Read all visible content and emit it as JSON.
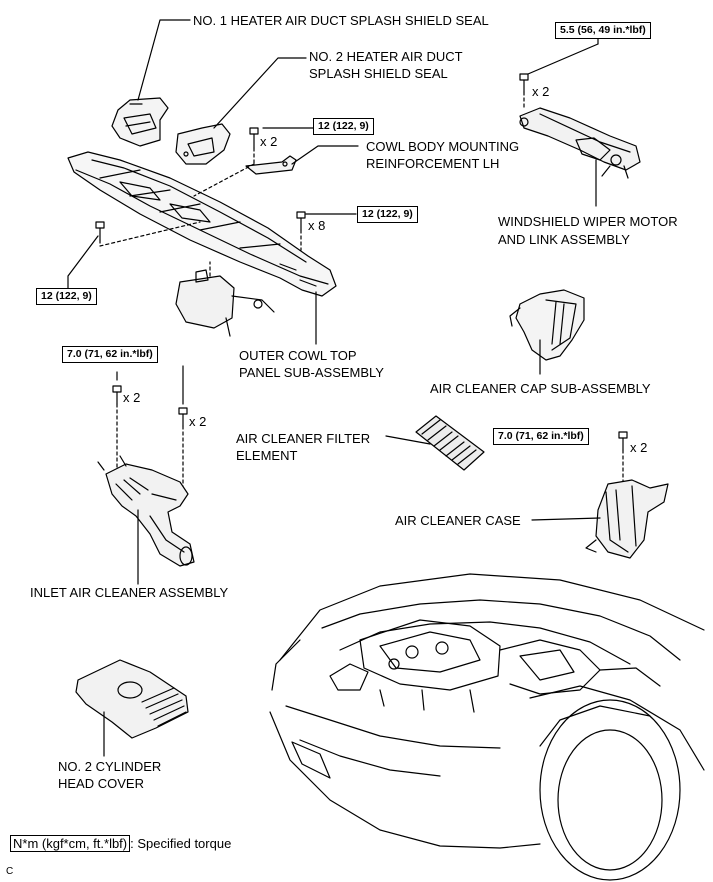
{
  "labels": {
    "heater_seal_1": "NO. 1 HEATER AIR DUCT SPLASH SHIELD SEAL",
    "heater_seal_2_line1": "NO. 2 HEATER AIR DUCT",
    "heater_seal_2_line2": "SPLASH SHIELD SEAL",
    "cowl_reinf_line1": "COWL BODY MOUNTING",
    "cowl_reinf_line2": "REINFORCEMENT LH",
    "wiper_line1": "WINDSHIELD WIPER MOTOR",
    "wiper_line2": "AND LINK ASSEMBLY",
    "outer_cowl_line1": "OUTER COWL TOP",
    "outer_cowl_line2": "PANEL SUB-ASSEMBLY",
    "air_cap": "AIR CLEANER CAP SUB-ASSEMBLY",
    "filter_line1": "AIR CLEANER FILTER",
    "filter_line2": "ELEMENT",
    "air_case": "AIR CLEANER CASE",
    "inlet": "INLET AIR CLEANER ASSEMBLY",
    "cyl_cover_line1": "NO. 2 CYLINDER",
    "cyl_cover_line2": "HEAD COVER"
  },
  "torques": {
    "wiper": "5.5 (56, 49 in.*lbf)",
    "reinf": "12 (122, 9)",
    "cowl_right": "12 (122, 9)",
    "cowl_left": "12 (122, 9)",
    "inlet": "7.0 (71, 62 in.*lbf)",
    "case": "7.0 (71, 62 in.*lbf)"
  },
  "quantities": {
    "wiper": "x 2",
    "reinf": "x 2",
    "cowl": "x 8",
    "inlet_a": "x 2",
    "inlet_b": "x 2",
    "case": "x 2"
  },
  "legend": {
    "unit_box": "N*m (kgf*cm, ft.*lbf)",
    "text": ": Specified torque"
  },
  "figure_code": "C"
}
